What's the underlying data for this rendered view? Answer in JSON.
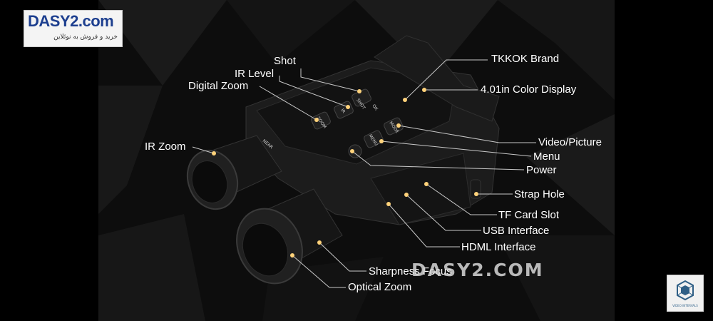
{
  "logo": {
    "text": "DASY2.com",
    "subtitle": "خرید و فروش به نوئلاین"
  },
  "watermark": "DASY2.COM",
  "badge": {
    "text": "VIDEO INTERVALS"
  },
  "callouts": [
    {
      "id": "shot",
      "label": "Shot"
    },
    {
      "id": "ir-level",
      "label": "IR Level"
    },
    {
      "id": "digital-zoom",
      "label": "Digital Zoom"
    },
    {
      "id": "ir-zoom",
      "label": "IR Zoom"
    },
    {
      "id": "tkkok-brand",
      "label": "TKKOK Brand"
    },
    {
      "id": "color-display",
      "label": "4.01in Color Display"
    },
    {
      "id": "video-picture",
      "label": "Video/Picture"
    },
    {
      "id": "menu",
      "label": "Menu"
    },
    {
      "id": "power",
      "label": "Power"
    },
    {
      "id": "strap-hole",
      "label": "Strap Hole"
    },
    {
      "id": "tf-card-slot",
      "label": "TF Card Slot"
    },
    {
      "id": "usb-interface",
      "label": "USB Interface"
    },
    {
      "id": "hdml-interface",
      "label": "HDML Interface"
    },
    {
      "id": "sharpness-focus",
      "label": "Sharpness Focus"
    },
    {
      "id": "optical-zoom",
      "label": "Optical Zoom"
    }
  ],
  "device_markings": {
    "shot": "SHOT",
    "ok": "OK",
    "ir": "IR",
    "zoom": "ZOOM",
    "mode": "MODE",
    "menu": "MENU",
    "near": "NEAR"
  },
  "colors": {
    "dot": "#ffd27a",
    "line": "#c8c8c8",
    "label": "#ffffff",
    "logo_blue": "#1d3f8f"
  }
}
